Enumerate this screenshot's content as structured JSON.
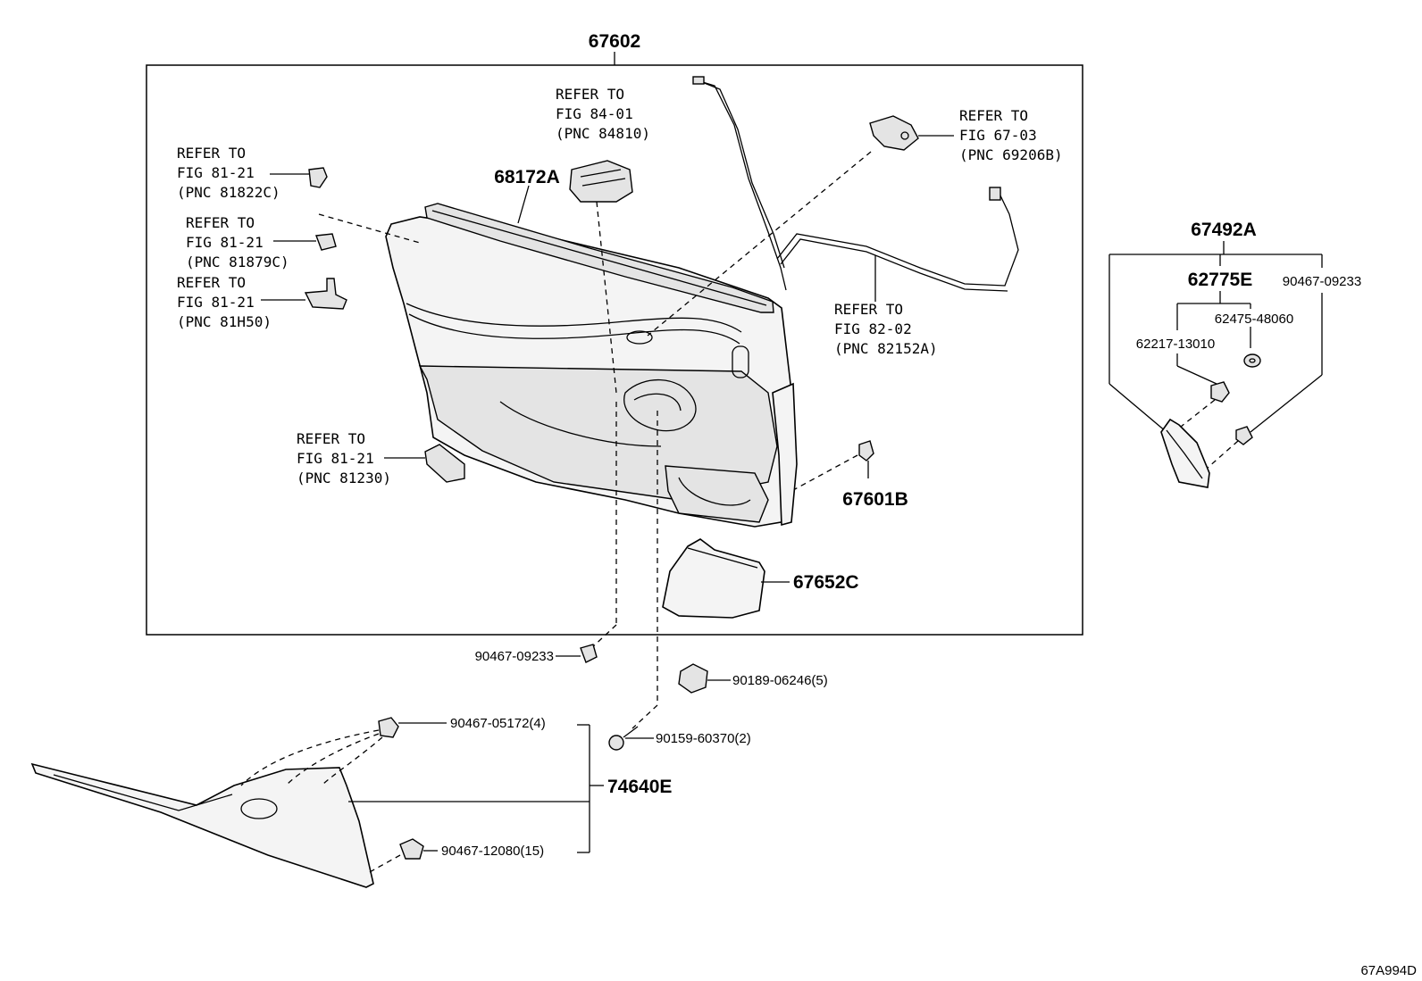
{
  "diagram": {
    "code": "67A994D",
    "labels": {
      "main_assembly": "67602",
      "refer_84_01_l1": "REFER TO",
      "refer_84_01_l2": "FIG 84-01",
      "refer_84_01_l3": "(PNC 84810)",
      "refer_67_03_l1": "REFER TO",
      "refer_67_03_l2": "FIG 67-03",
      "refer_67_03_l3": "(PNC 69206B)",
      "refer_81822c_l1": "REFER TO",
      "refer_81822c_l2": "FIG 81-21",
      "refer_81822c_l3": "(PNC 81822C)",
      "refer_81879c_l1": "REFER TO",
      "refer_81879c_l2": "FIG 81-21",
      "refer_81879c_l3": "(PNC 81879C)",
      "refer_81h50_l1": "REFER TO",
      "refer_81h50_l2": "FIG 81-21",
      "refer_81h50_l3": "(PNC 81H50)",
      "refer_82152a_l1": "REFER TO",
      "refer_82152a_l2": "FIG 82-02",
      "refer_82152a_l3": "(PNC 82152A)",
      "refer_81230_l1": "REFER TO",
      "refer_81230_l2": "FIG 81-21",
      "refer_81230_l3": "(PNC 81230)",
      "part_68172a": "68172A",
      "part_67601b": "67601B",
      "part_67652c": "67652C",
      "part_90467_09233_lower": "90467-09233",
      "part_90189_06246": "90189-06246(5)",
      "part_90159_60370": "90159-60370(2)",
      "part_90467_05172": "90467-05172(4)",
      "part_74640e": "74640E",
      "part_90467_12080": "90467-12080(15)",
      "part_67492a": "67492A",
      "part_62775e": "62775E",
      "part_90467_09233_right": "90467-09233",
      "part_62475_48060": "62475-48060",
      "part_62217_13010": "62217-13010"
    }
  }
}
